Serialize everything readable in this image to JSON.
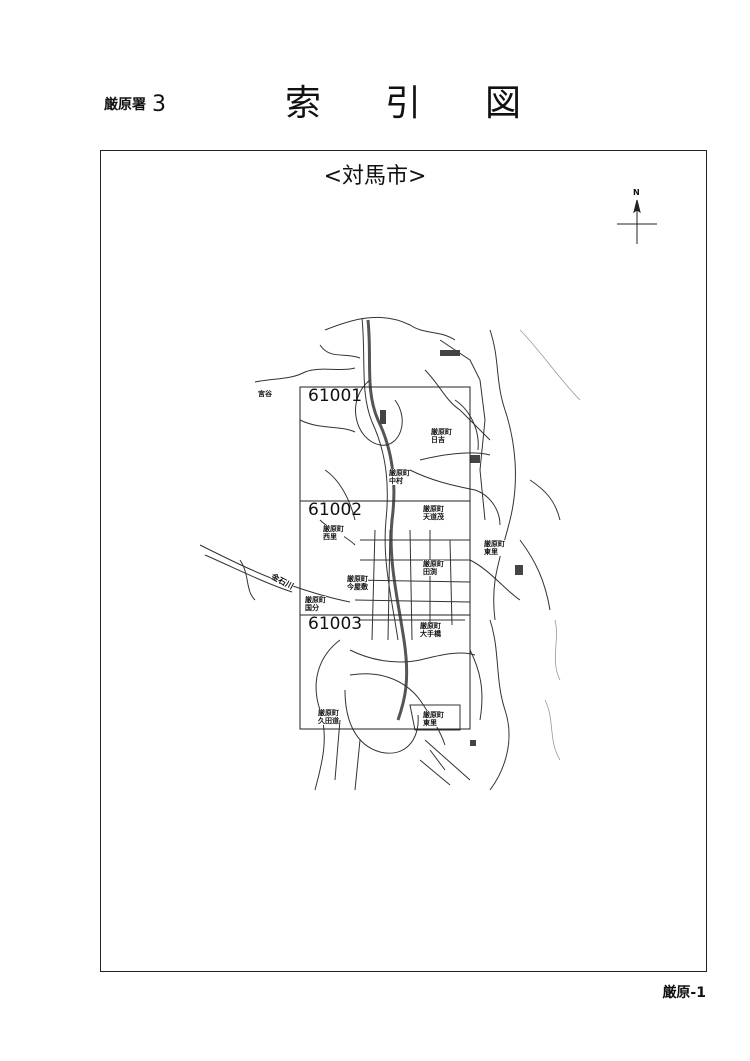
{
  "header": {
    "station": "厳原署",
    "station_no": "3",
    "title_chars": [
      "索",
      "引",
      "図"
    ]
  },
  "map": {
    "subtitle": "<対馬市>",
    "compass_label": "N",
    "sheets": [
      "61001",
      "61002",
      "61003"
    ],
    "place_labels": {
      "miyatani": "宮谷",
      "hiyoshi": "厳原町\n日吉",
      "nakamura": "厳原町\n中村",
      "tendomo": "厳原町\n天道茂",
      "nishizato": "厳原町\n西里",
      "higashizato_e": "厳原町\n東里",
      "tabuchi": "厳原町\n田渕",
      "imayashiki": "厳原町\n今屋敷",
      "kokubu": "厳原町\n国分",
      "otebashi": "厳原町\n大手橋",
      "kutagawa": "厳原町\n久田道",
      "higashizato_s": "厳原町\n東里",
      "river": "金石川"
    }
  },
  "footer": {
    "page_label": "厳原-1"
  }
}
